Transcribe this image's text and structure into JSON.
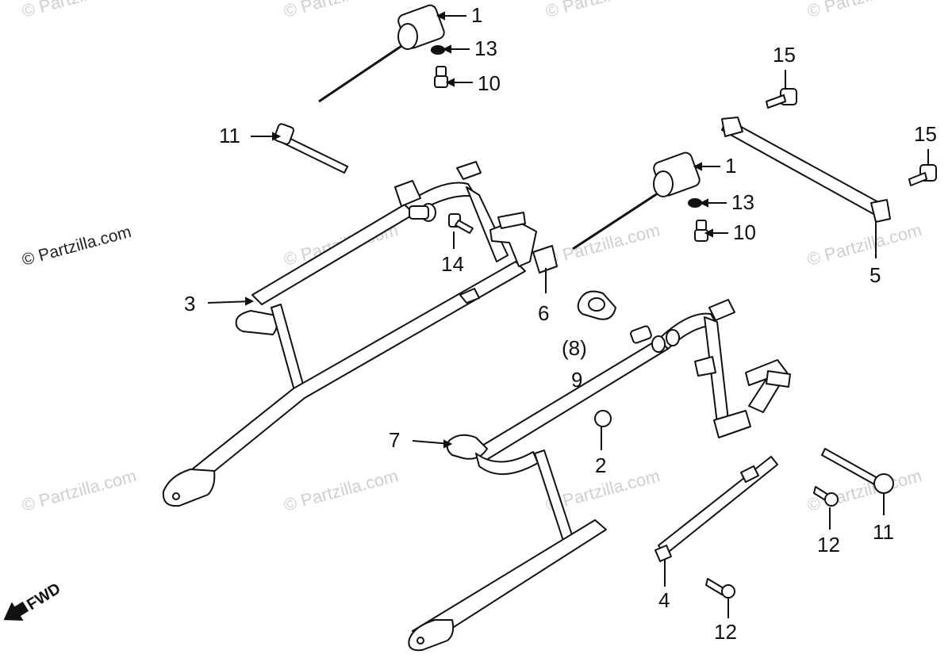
{
  "watermark": {
    "main": "© Partzilla.com",
    "repeat": "© Partzilla.com"
  },
  "fwd_label": "FWD",
  "callouts": [
    {
      "id": "c1a",
      "text": "1"
    },
    {
      "id": "c13a",
      "text": "13"
    },
    {
      "id": "c10a",
      "text": "10"
    },
    {
      "id": "c11a",
      "text": "11"
    },
    {
      "id": "c14",
      "text": "14"
    },
    {
      "id": "c3",
      "text": "3"
    },
    {
      "id": "c6",
      "text": "6"
    },
    {
      "id": "c8",
      "text": "(8)"
    },
    {
      "id": "c9",
      "text": "9"
    },
    {
      "id": "c1b",
      "text": "1"
    },
    {
      "id": "c13b",
      "text": "13"
    },
    {
      "id": "c10b",
      "text": "10"
    },
    {
      "id": "c15a",
      "text": "15"
    },
    {
      "id": "c15b",
      "text": "15"
    },
    {
      "id": "c5",
      "text": "5"
    },
    {
      "id": "c7",
      "text": "7"
    },
    {
      "id": "c2",
      "text": "2"
    },
    {
      "id": "c11b",
      "text": "11"
    },
    {
      "id": "c12a",
      "text": "12"
    },
    {
      "id": "c4",
      "text": "4"
    },
    {
      "id": "c12b",
      "text": "12"
    }
  ]
}
